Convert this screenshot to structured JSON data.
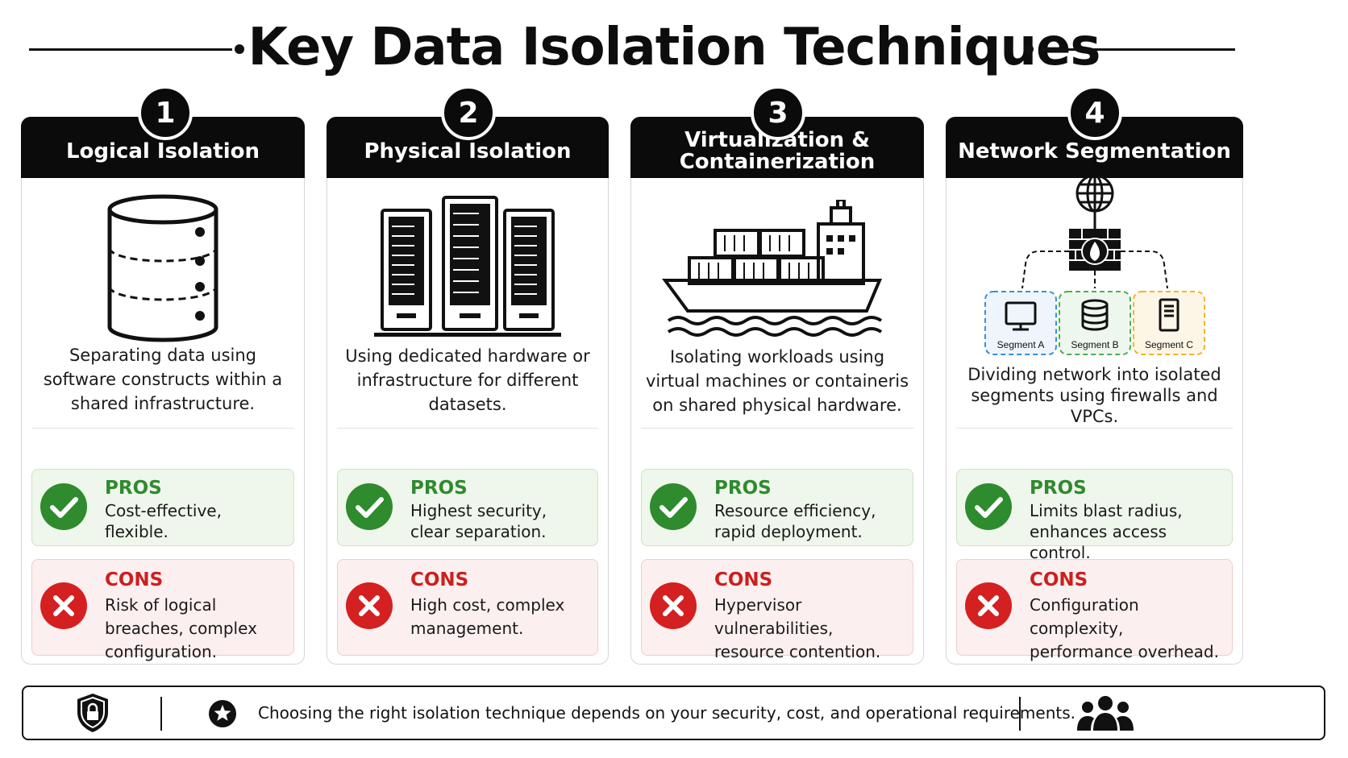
{
  "title": "Key Data Isolation Techniques",
  "cards": [
    {
      "number": "1",
      "heading": "Logical Isolation",
      "description": "Separating data using software constructs within a shared infrastructure.",
      "pros_label": "PROS",
      "pros_text": "Cost-effective, flexible.",
      "cons_label": "CONS",
      "cons_text": "Risk of logical breaches, complex configuration.",
      "icon": "database-icon"
    },
    {
      "number": "2",
      "heading": "Physical Isolation",
      "description": "Using dedicated hardware or infrastructure for different datasets.",
      "pros_label": "PROS",
      "pros_text": "Highest security, clear separation.",
      "cons_label": "CONS",
      "cons_text": "High cost, complex management.",
      "icon": "server-racks-icon"
    },
    {
      "number": "3",
      "heading": "Virtualization & Containerization",
      "description": "Isolating workloads using virtual machines or containeris on shared physical hardware.",
      "pros_label": "PROS",
      "pros_text": "Resource efficiency, rapid deployment.",
      "cons_label": "CONS",
      "cons_text": "Hypervisor vulnerabilities, resource contention.",
      "icon": "container-ship-icon"
    },
    {
      "number": "4",
      "heading": "Network Segmentation",
      "description": "Dividing network into isolated segments using firewalls and VPCs.",
      "pros_label": "PROS",
      "pros_text": "Limits blast radius, enhances access control.",
      "cons_label": "CONS",
      "cons_text": "Configuration complexity, performance overhead.",
      "icon": "network-segmentation-icon",
      "segments": [
        "Segment A",
        "Segment B",
        "Segment C"
      ]
    }
  ],
  "footer": {
    "text": "Choosing the right isolation technique depends on your security, cost, and operational requirements.",
    "icons": [
      "shield-lock-icon",
      "star-icon",
      "people-icon"
    ]
  },
  "colors": {
    "pros": "#2f8a2f",
    "cons": "#cc1f1f",
    "header": "#0b0b0b",
    "segA": "#3a8fd8",
    "segB": "#4caf50",
    "segC": "#f0b429"
  }
}
